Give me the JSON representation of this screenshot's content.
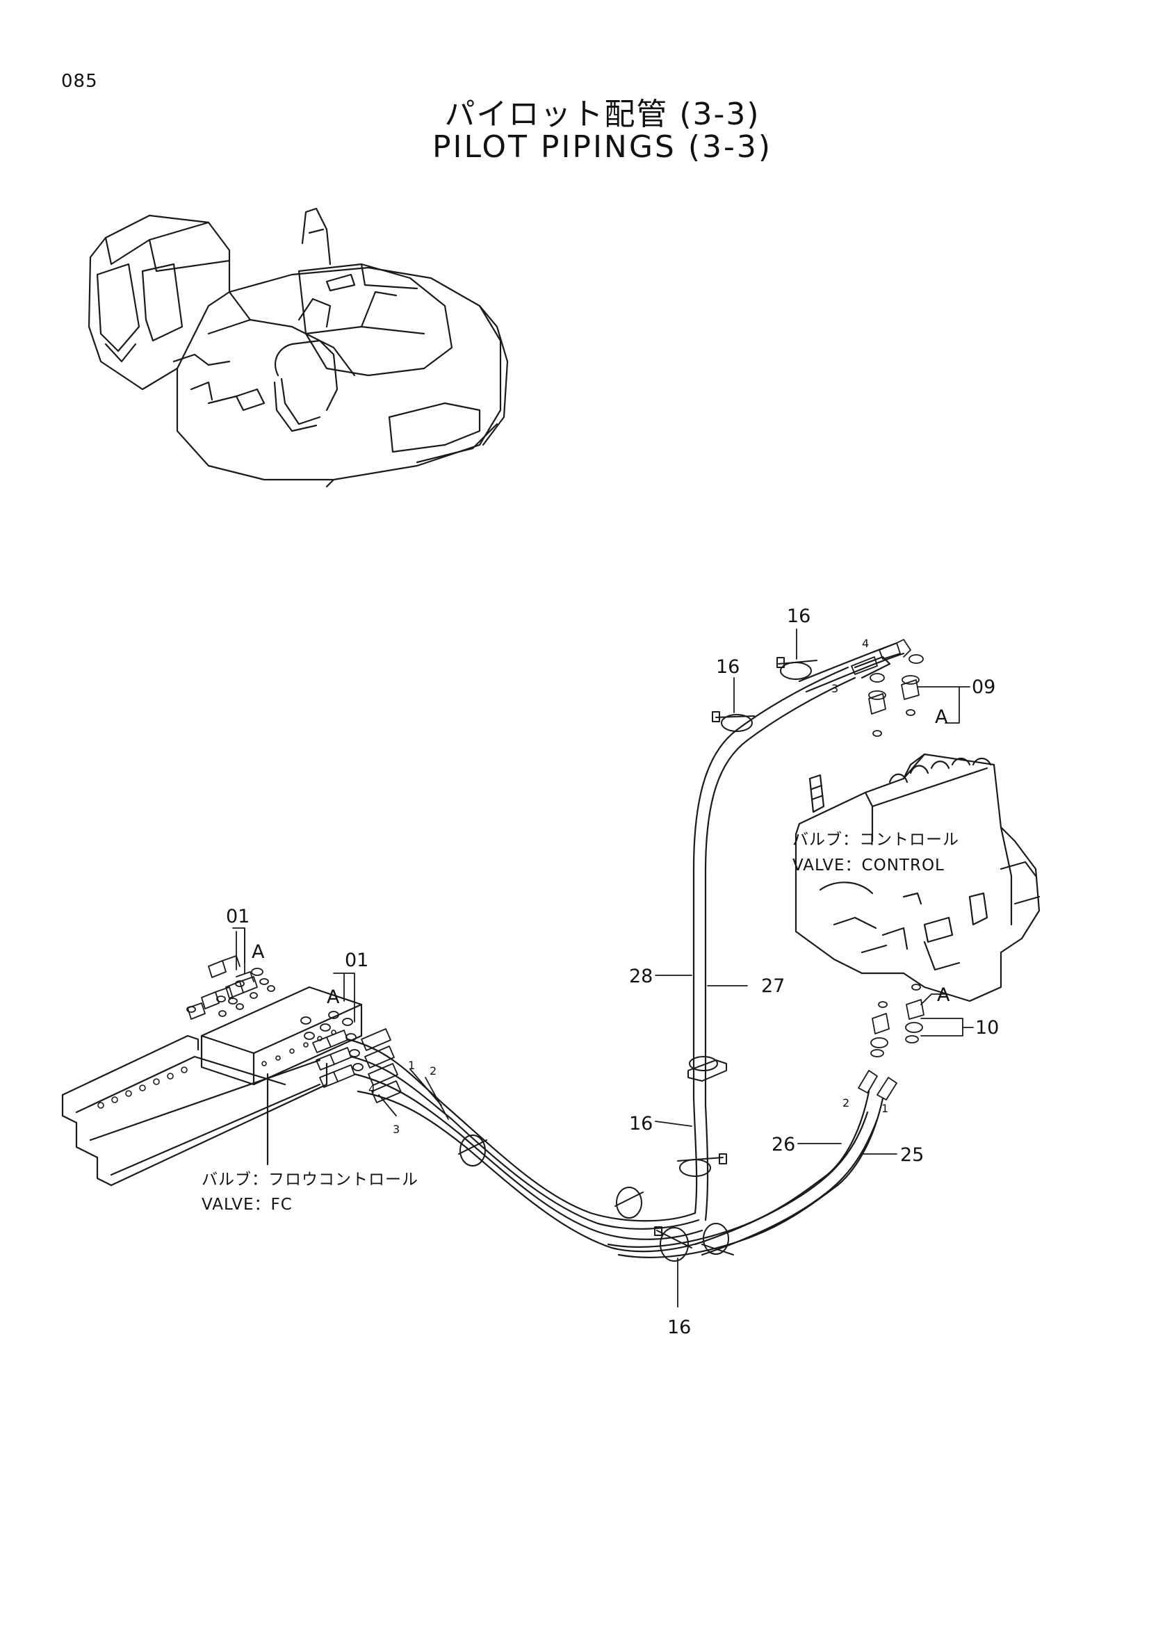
{
  "page_number": "085",
  "title_jp": "パイロット配管 (3-3)",
  "title_en": "PILOT PIPINGS (3-3)",
  "callouts": {
    "p16a": "16",
    "p16b": "16",
    "p16c": "16",
    "p16d": "16",
    "p09": "09",
    "p10": "10",
    "p01a": "01",
    "p01b": "01",
    "p28": "28",
    "p27": "27",
    "p26": "26",
    "p25": "25",
    "a1": "A",
    "a2": "A",
    "a3": "A",
    "a4": "A"
  },
  "hose_numbers": {
    "h1": "1",
    "h2": "2",
    "h3": "3",
    "h4": "4",
    "t1": "1",
    "t2": "2",
    "t3": "3",
    "t4": "4"
  },
  "valve_control": {
    "jp": "バルブ：コントロール",
    "en": "VALVE：CONTROL"
  },
  "valve_fc": {
    "jp": "バルブ：フロウコントロール",
    "en": "VALVE：FC"
  },
  "colors": {
    "line": "#1a1a1a",
    "background": "#ffffff"
  }
}
